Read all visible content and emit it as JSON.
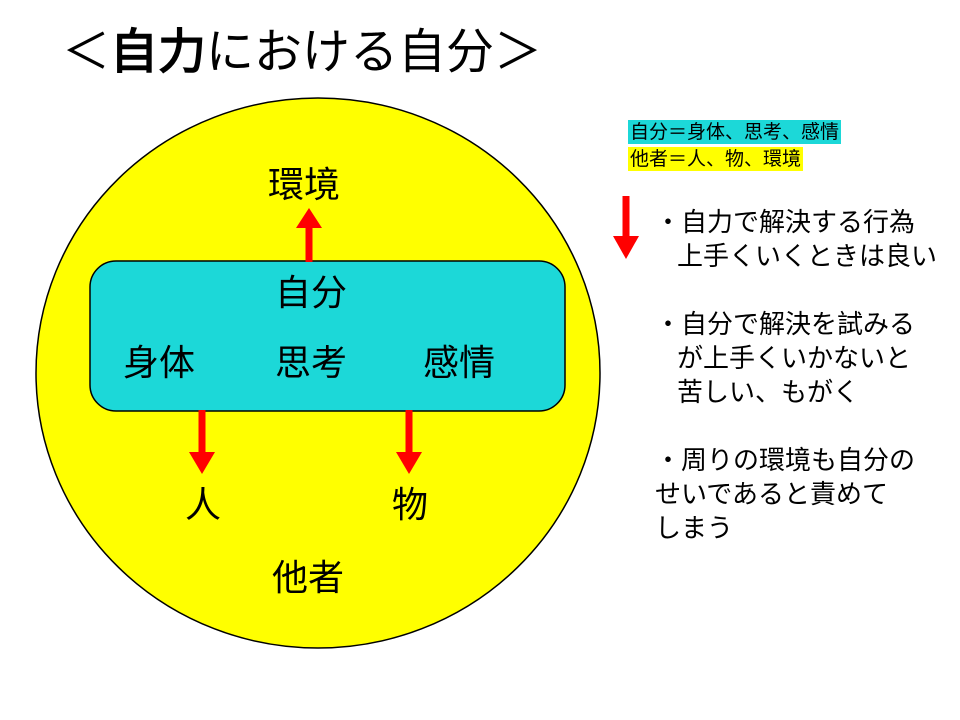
{
  "title": {
    "open_bracket": "＜",
    "bold_part": "自力",
    "rest": "における自分",
    "close_bracket": "＞"
  },
  "diagram": {
    "outer_label": "他者",
    "inner_title": "自分",
    "inner_items": [
      "身体",
      "思考",
      "感情"
    ],
    "up_label": "環境",
    "down_left_label": "人",
    "down_right_label": "物"
  },
  "legend": [
    {
      "text": "自分＝身体、思考、感情",
      "color": "#1CD8D8"
    },
    {
      "text": "他者＝人、物、環境",
      "color": "#FFFF00"
    }
  ],
  "notes": [
    {
      "lines": [
        "・自力で解決する行為",
        "上手くいくときは良い"
      ]
    },
    {
      "lines": [
        "・自分で解決を試みる",
        "が上手くいかないと",
        "苦しい、もがく"
      ]
    },
    {
      "lines": [
        "・周りの環境も自分の",
        "せいであると責めて",
        "しまう"
      ]
    }
  ],
  "colors": {
    "outer_circle": "#FFFF00",
    "inner_box": "#1CD8D8",
    "arrow": "#FF0000"
  }
}
